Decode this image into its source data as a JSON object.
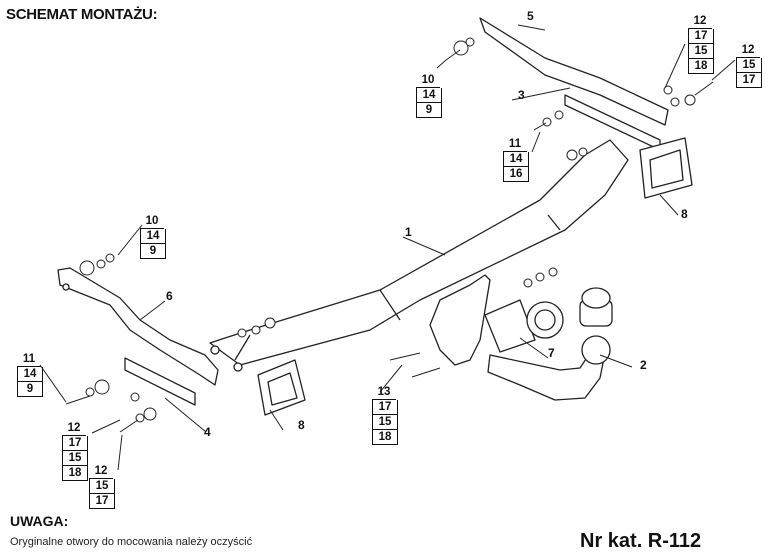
{
  "title": "SCHEMAT MONTAŻU:",
  "notice": {
    "heading": "UWAGA:",
    "text": "Oryginalne otwory do mocowania należy oczyścić"
  },
  "catalog": "Nr kat. R-112",
  "parts": [
    "1",
    "2",
    "3",
    "4",
    "5",
    "6",
    "7",
    "8",
    "8"
  ],
  "callouts": {
    "c1": [
      "10",
      "14",
      "9"
    ],
    "c2": [
      "12",
      "17",
      "15",
      "18"
    ],
    "c3": [
      "12",
      "15",
      "17"
    ],
    "c4": [
      "11",
      "14",
      "16"
    ],
    "c5": [
      "10",
      "14",
      "9"
    ],
    "c6": [
      "11",
      "14",
      "9"
    ],
    "c7": [
      "12",
      "17",
      "15",
      "18"
    ],
    "c8": [
      "12",
      "15",
      "17"
    ],
    "c9": [
      "13",
      "17",
      "15",
      "18"
    ]
  }
}
